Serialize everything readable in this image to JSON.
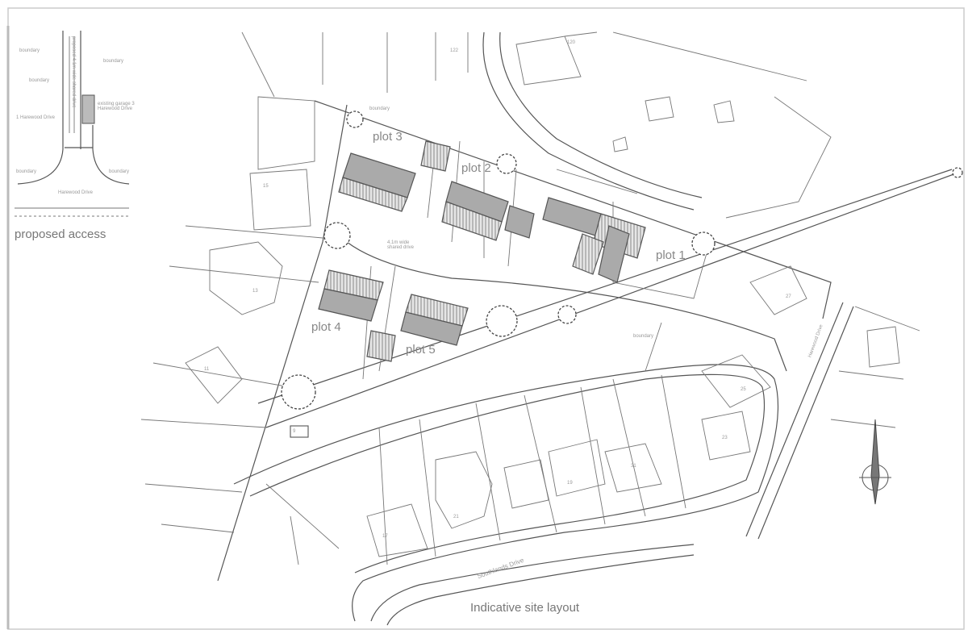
{
  "inset": {
    "title": "proposed access",
    "labels": {
      "boundary_tl": "boundary",
      "boundary_tr": "boundary",
      "boundary_ml": "boundary",
      "house_left": "1 Harewood Drive",
      "garage": "existing garage 3 Harewood Drive",
      "boundary_bl": "boundary",
      "boundary_br": "boundary",
      "road": "Harewood Drive",
      "drive": "proposed 4.1m wide shared drive"
    }
  },
  "plots": [
    "plot 1",
    "plot 2",
    "plot 3",
    "plot 4",
    "plot 5"
  ],
  "annotations": {
    "shared_drive": "4.1m wide shared drive",
    "boundary": "boundary",
    "road_south": "Southlands Drive",
    "road_east": "Harewood Drive"
  },
  "house_numbers": [
    "122",
    "120",
    "15",
    "13",
    "11",
    "9",
    "27",
    "25",
    "23",
    "21",
    "17",
    "19",
    "31"
  ],
  "title": "Indicative site layout"
}
